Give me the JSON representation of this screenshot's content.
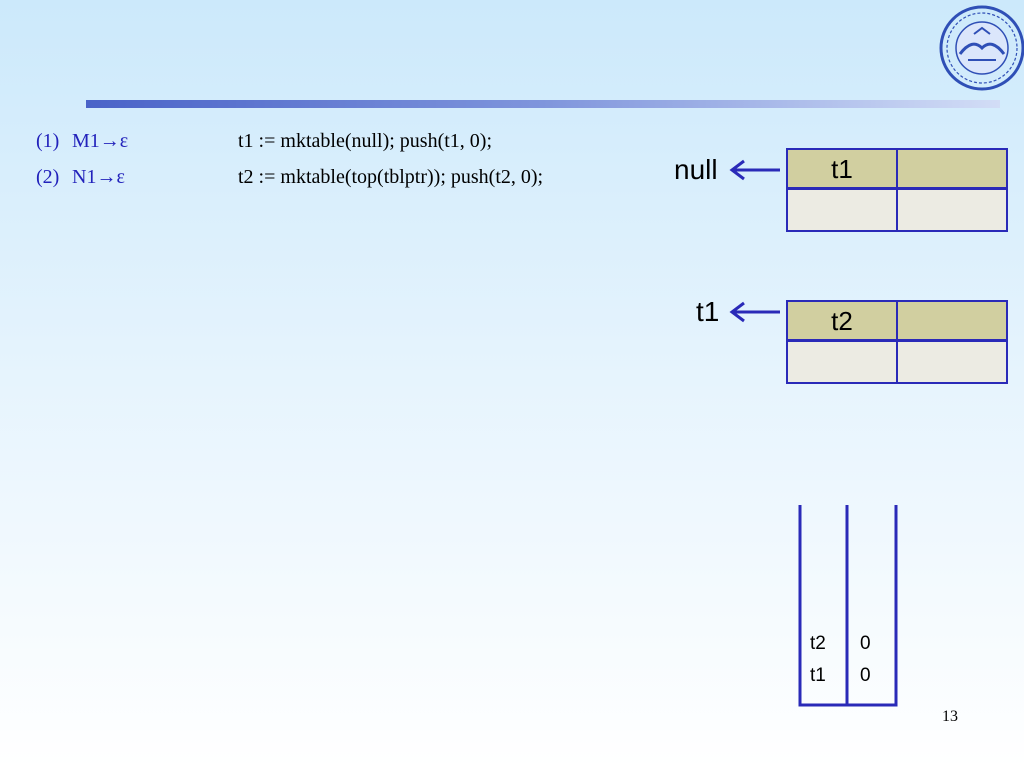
{
  "slide": {
    "rules": [
      {
        "num": "(1)",
        "production": "M1→ε",
        "action": "t1 := mktable(null); push(t1, 0);"
      },
      {
        "num": "(2)",
        "production": "N1→ε",
        "action": "t2 := mktable(top(tblptr));  push(t2, 0);"
      }
    ],
    "tables": [
      {
        "pointer_label": "null",
        "name": "t1"
      },
      {
        "pointer_label": "t1",
        "name": "t2"
      }
    ],
    "stack": {
      "rows": [
        {
          "table": "t2",
          "offset": "0"
        },
        {
          "table": "t1",
          "offset": "0"
        }
      ]
    },
    "page_number": "13"
  },
  "colors": {
    "accent_blue": "#2a2ab8",
    "header_fill": "#d1cfa0",
    "body_fill": "#ecebe3",
    "production_text": "#2222bb"
  },
  "icons": {
    "logo": "university-seal-icon",
    "arrows": "arrow-left-icon"
  }
}
